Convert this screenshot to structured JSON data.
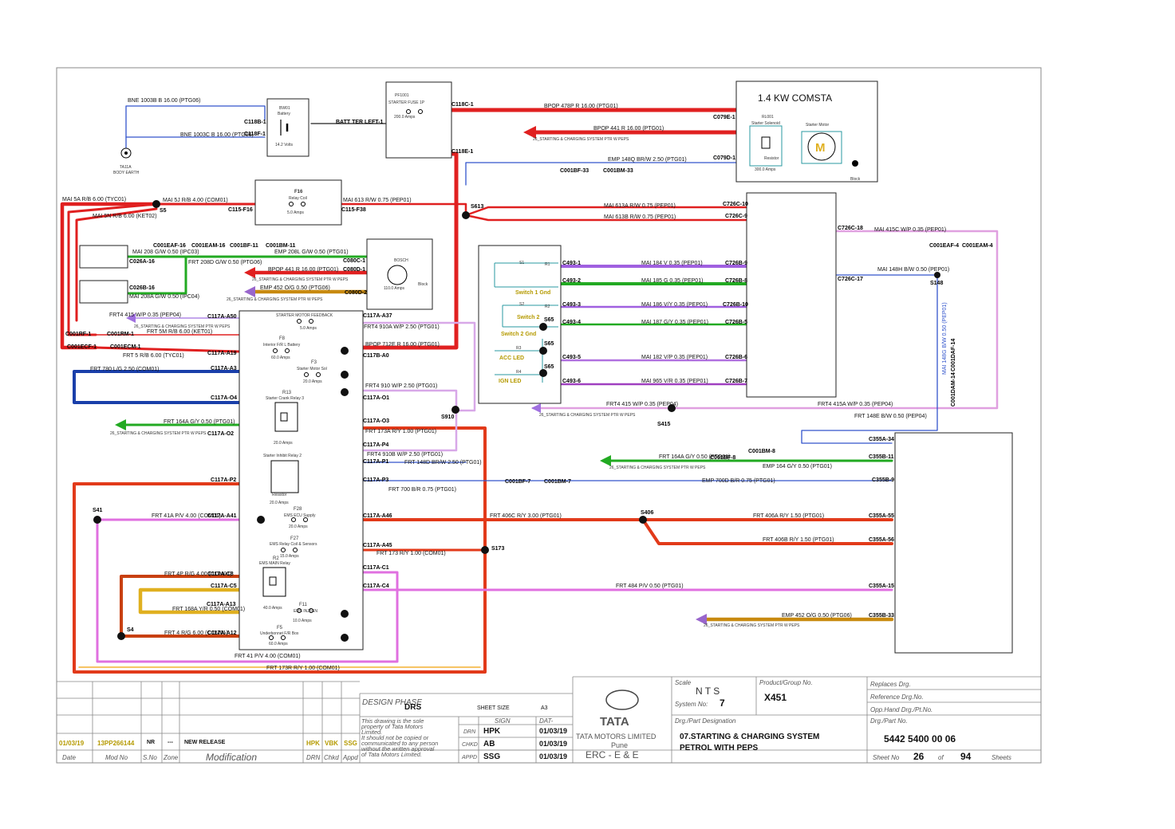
{
  "components": {
    "battery": {
      "id": "BW01",
      "name": "Battery",
      "rating": "14.2 Volts"
    },
    "starter_fuse": {
      "id": "PF1001",
      "name": "STARTER FUSE 1P",
      "rating": "200.0 Amps"
    },
    "comsta": {
      "title": "1.4 KW COMSTA",
      "solenoid_id": "RL001",
      "solenoid": "Starter Solenoid",
      "motor": "Starter Motor",
      "motor_symbol": "M",
      "resistor": "Resistor",
      "rating": "300.0 Amps",
      "block": "Block"
    },
    "f16": {
      "id": "F16",
      "name": "Relay Coil",
      "rating": "5.0 Amps"
    },
    "alternator": {
      "name": "BOSCH",
      "rating": "110.0 Amps",
      "block": "Block"
    },
    "earth": {
      "id": "TA11A",
      "name": "BODY EARTH"
    },
    "f_starter_fb": {
      "name": "STARTER MOTOR FEEDBACK",
      "rating": "5.0 Amps"
    },
    "f8": {
      "id": "F8",
      "name": "Interior F/R L Battery",
      "rating": "60.0 Amps"
    },
    "f3": {
      "id": "F3",
      "name": "Starter Motor Sol",
      "rating": "20.0 Amps"
    },
    "r13": {
      "id": "R13",
      "name": "Starter Crank Relay 3",
      "rating": "20.0 Amps"
    },
    "inhibit": {
      "name": "Starter Inhibit Relay 2",
      "resistor": "Resistor",
      "rating": "20.0 Amps"
    },
    "f28": {
      "id": "F28",
      "name": "EMS ECU Supply",
      "rating": "20.0 Amps"
    },
    "f27": {
      "id": "F27",
      "name": "EMS Relay Coil & Sensors",
      "rating": "15.0 Amps"
    },
    "r2": {
      "id": "R2",
      "name": "EMS MAIN Relay",
      "rating": "40.0 Amps"
    },
    "f11": {
      "id": "F11",
      "name": "EMS INJ/IGN",
      "rating": "10.0 Amps"
    },
    "f5": {
      "id": "F5",
      "name": "Underbonnet F/R Box",
      "rating": "60.0 Amps"
    },
    "switch_panel": {
      "switch1": "Switch 1 Gnd",
      "switch2": "Switch 2",
      "switch2gnd": "Switch 2 Gnd",
      "acc": "ACC LED",
      "ign": "IGN LED",
      "s1": "S1",
      "s2": "S2",
      "r1": "R1",
      "r2": "R2",
      "r3": "R3",
      "r4": "R4"
    }
  },
  "sheet_ref": "26_STARTING & CHARGING SYSTEM PTR W PEPS",
  "wires": {
    "bne_1003b": "BNE      1003B   B   16.00   (PTG06)",
    "bne_1003c": "BNE   1003C   B   16.00   (PTG06)",
    "bpop_478p": "BPOP     478P   R   16.00   (PTG01)",
    "bpop_441_top": "BPOP        441   R   16.00   (PTG01)",
    "emp_148q": "EMP      148Q   BR/W   2.50   (PTG01)",
    "mai_5a": "MAI   5A    R/B     6.00   (TYC01)",
    "mai_5j": "MAI   5J   R/B   4.00   (COM01)",
    "mai_5n": "MAI   5N   R/B   6.00   (KET02)",
    "mai_613": "MAI      613   R/W   0.75   (PEP01)",
    "mai_613a": "MAI   613A   R/W   0.75   (PEP01)",
    "mai_613b": "MAI   613B   R/W   0.75   (PEP01)",
    "mai_415c": "MAI      415C    W/P    0.35    (PEP01)",
    "mai_148h": "MAI    148H   B/W   0.50   (PEP01)",
    "mai_148g": "MAI   148G   B/W   0.50   (PEP01)",
    "mai_208": "MAI   208   G/W   0.50   (IPC03)",
    "emp_208l": "EMP      208L   G/W   0.50   (PTG01)",
    "frt_208d": "FRT   208D   G/W   0.50   (PTG06)",
    "bpop_441": "BPOP    441   R   16.00   (PTG01)",
    "emp_452": "EMP    452   O/G   0.50   (PTG06)",
    "mai_208a": "MAI      208A    G/W    0.50    (IPC04)",
    "frt4_415": "FRT4      415   W/P   0.35   (PEP04)",
    "frt_5m": "FRT   5M   R/B   6.00   (KET01)",
    "frt_5": "FRT      5   R/B   6.00   (TYC01)",
    "frt_780": "FRT      780   L/G   2.50   (COM01)",
    "frt4_910a": "FRT4    910A    W/P   2.50   (PTG01)",
    "bpop_712e": "BPOP   712E   R   16.00   (PTG01)",
    "frt4_910": "FRT4        910   W/P   2.50   (PTG01)",
    "frt_164a": "FRT   164A   G/Y   0.50   (PTG01)",
    "frt_173a": "FRT      173A    R/Y    1.00    (PTG01)",
    "frt4_910b": "FRT4      910B   W/P   2.50   (PTG01)",
    "frt_148d": "FRT   148D   BR/W   2.50   (PTG01)",
    "frt_700": "FRT         700   B/R   0.75   (PTG01)",
    "frt_41a": "FRT   41A   P/V   4.00   (COM01)",
    "frt_406c": "FRT      406C   R/Y   3.00   (PTG01)",
    "frt_173": "FRT      173   R/Y   1.00   (COM01)",
    "frt_4p": "FRT   4P   R/G   4.00   (COM01)",
    "frt_168a": "FRT   168A   Y/R   0.50   (COM01)",
    "frt_4": "FRT      4   R/G   6.00   (COM01)",
    "frt_41": "FRT   41   P/V   4.00   (COM01)",
    "frt_173r": "FRT   173R   R/Y   1.00   (COM01)",
    "mai_184": "MAI   184   V   0.35   (PEP01)",
    "mai_185": "MAI   185   G   0.35   (PEP01)",
    "mai_186": "MAI   186   V/Y   0.35   (PEP01)",
    "mai_187": "MAI   187   G/Y   0.35   (PEP01)",
    "mai_182": "MAI   182   V/P   0.35   (PEP01)",
    "mai_965": "MAI   965   V/R   0.35   (PEP01)",
    "frt4_415_low": "FRT4   415   W/P   0.35   (PEP04)",
    "frt4_415a": "FRT4   415A   W/P   0.35   (PEP04)",
    "frt_148e": "FRT      148E   B/W   0.50   (PEP04)",
    "frt_164a_r": "FRT   164A   G/Y   0.50   (PTG01)",
    "emp_164": "EMP      164   G/Y   0.50   (PTG01)",
    "emp_700d": "EMP   700D   B/R   0.75   (PTG01)",
    "frt_406a": "FRT   406A   R/Y   1.50   (PTG01)",
    "frt_406b": "FRT   406B   R/Y   1.50   (PTG01)",
    "frt_484": "FRT   484   P/V   0.50   (PTG01)",
    "emp_452_r": "EMP   452   O/G   0.50   (PTG06)"
  },
  "connectors": {
    "c118b1": "C118B-1",
    "c118f1": "C118F-1",
    "batt_ter": "BATT TER LEFT-1",
    "c118c1": "C118C-1",
    "c118e1": "C118E-1",
    "c079e1": "C079E-1",
    "c079d1": "C079D-1",
    "c001bf33": "C001BF-33",
    "c001bm33": "C001BM-33",
    "c115f16": "C115-F16",
    "c115f38": "C115-F38",
    "s5": "S5",
    "s613": "S613",
    "c726c10": "C726C-10",
    "c726c9": "C726C-9",
    "c726c18": "C726C-18",
    "c726c17": "C726C-17",
    "c001eaf4": "C001EAF-4",
    "c001eam4": "C001EAM-4",
    "s148": "S148",
    "c001dam14": "C001DAM-14",
    "c001daf14": "C001DAF-14",
    "c001eaf16": "C001EAF-16",
    "c001eam16": "C001EAM-16",
    "c001bf11": "C001BF-11",
    "c001bm11": "C001BM-11",
    "c026a16": "C026A-16",
    "c026b16": "C026B-16",
    "c080c1": "C080C-1",
    "c080d1": "C080D-1",
    "c080d2": "C080D-2",
    "c117a50": "C117A-A50",
    "c117a37": "C117A-A37",
    "c001rf1": "C001RF-1",
    "c001rm1": "C001RM-1",
    "c001ecf1": "C001ECF-1",
    "c001ecm1": "C001ECM-1",
    "c117a19": "C117A-A19",
    "c117ba0": "C117B-A0",
    "c117a3": "C117A-A3",
    "c117a4": "C117A-O4",
    "c117o1": "C117A-O1",
    "s910": "S910",
    "c117o3": "C117A-O3",
    "c117o2": "C117A-O2",
    "c117p4": "C117A-P4",
    "c117p1": "C117A-P1",
    "c117p2": "C117A-P2",
    "c117p3": "C117A-P3",
    "c001bf7": "C001BF-7",
    "c001bm7": "C001BM-7",
    "s41": "S41",
    "c117a41": "C117A-A41",
    "c117a46": "C117A-A46",
    "s406": "S406",
    "c117a45": "C117A-A45",
    "s173": "S173",
    "c117c8": "C117A-C8",
    "c117c1": "C117A-C1",
    "c117c5": "C117A-C5",
    "c117c4": "C117A-C4",
    "c117a13": "C117A-A13",
    "s4": "S4",
    "c117a12": "C117A-A12",
    "c493_1": "C493-1",
    "c493_2": "C493-2",
    "c493_3": "C493-3",
    "c493_4": "C493-4",
    "c493_5": "C493-5",
    "c493_6": "C493-6",
    "c726b9": "C726B-9",
    "c726b8": "C726B-8",
    "c726b10": "C726B-10",
    "c726b5": "C726B-5",
    "c726b6": "C726B-6",
    "c726b7": "C726B-7",
    "s65a": "S65",
    "s65b": "S65",
    "s65c": "S65",
    "s415": "S415",
    "c355a34": "C355A-34",
    "c355b11": "C355B-11",
    "c001bf8": "C001BF-8",
    "c001bm8": "C001BM-8",
    "c355b9": "C355B-9",
    "c355a55": "C355A-55",
    "c355a56": "C355A-56",
    "c355a15": "C355A-15",
    "c355b33": "C355B-33"
  },
  "title_block": {
    "design_phase_label": "DESIGN PHASE",
    "design_phase": "DRS",
    "sheet_size_label": "SHEET SIZE",
    "sheet_size": "A3",
    "sign_label": "SIGN",
    "date_label": "DAT-",
    "drn_label": "DRN",
    "drn": "HPK",
    "drn_date": "01/03/19",
    "chkd_label": "CHKD",
    "chkd": "AB",
    "chkd_date": "01/03/19",
    "appd_label": "APPD",
    "appd": "SSG",
    "appd_date": "01/03/19",
    "notice_1": "This drawing is the sole",
    "notice_2": "property of Tata Motors",
    "notice_3": "Limited.",
    "notice_4": "  It should not be copied or",
    "notice_5": "communicated to any person",
    "notice_6": "without the written approval",
    "notice_7": "of Tata Motors Limited.",
    "rev_date": "01/03/19",
    "rev_mod": "13PP266144",
    "rev_sno": "NR",
    "rev_zone": "---",
    "rev_desc": "NEW RELEASE",
    "rev_drn": "HPK",
    "rev_chkd": "VBK",
    "rev_appd": "SSG",
    "col_date": "Date",
    "col_mod": "Mod No",
    "col_sno": "S.No",
    "col_zone": "Zone",
    "col_modification": "Modification",
    "col_drn": "DRN",
    "col_chkd": "Chkd",
    "col_appd": "Appd",
    "company_logo": "TATA",
    "company": "TATA MOTORS LIMITED",
    "city": "Pune",
    "dept": "ERC - E & E",
    "scale_label": "Scale",
    "scale": "N T S",
    "system_label": "System No:",
    "system": "7",
    "product_label": "Product/Group No.",
    "product": "X451",
    "designation_label": "Drg./Part Designation",
    "designation_1": "07.STARTING & CHARGING SYSTEM",
    "designation_2": "PETROL WITH PEPS",
    "replaces_label": "Replaces Drg.",
    "reference_label": "Reference Drg.No.",
    "opp_label": "Opp.Hand Drg./Pt.No.",
    "part_label": "Drg./Part No.",
    "part_no": "5442 5400 00 06",
    "sheet_no_label": "Sheet No",
    "sheet_no": "26",
    "of_label": "of",
    "sheet_total": "94",
    "sheets_label": "Sheets"
  }
}
